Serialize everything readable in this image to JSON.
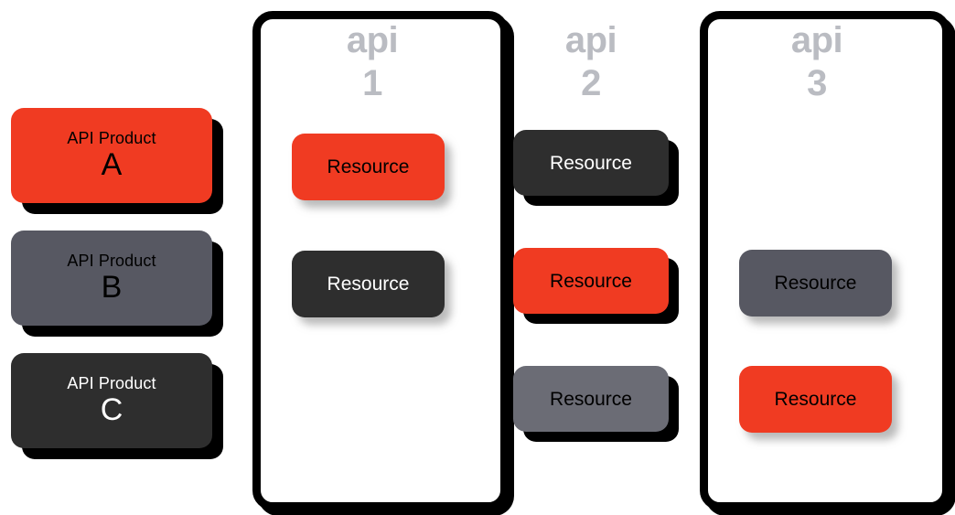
{
  "palette": {
    "red": "#f03b22",
    "mid_grey": "#575862",
    "light_grey": "#6b6c75",
    "dark_charcoal": "#2e2e2e",
    "black": "#000000",
    "white": "#ffffff",
    "heading_grey": "#babcc2",
    "text_dark": "#000000",
    "text_light": "#ffffff"
  },
  "products": {
    "caption": "API Product",
    "items": [
      {
        "caption": "API Product",
        "letter": "A",
        "fill": "#f03b22",
        "text": "#000000"
      },
      {
        "caption": "API Product",
        "letter": "B",
        "fill": "#575862",
        "text": "#000000"
      },
      {
        "caption": "API Product",
        "letter": "C",
        "fill": "#2e2e2e",
        "text": "#ffffff"
      }
    ]
  },
  "apis": [
    {
      "word": "api",
      "number": "1",
      "boxed": true,
      "resources": [
        {
          "label": "Resource",
          "fill": "#f03b22",
          "text": "#000000",
          "shadow": "soft"
        },
        {
          "label": "Resource",
          "fill": "#2e2e2e",
          "text": "#ffffff",
          "shadow": "soft"
        }
      ]
    },
    {
      "word": "api",
      "number": "2",
      "boxed": false,
      "resources": [
        {
          "label": "Resource",
          "fill": "#2e2e2e",
          "text": "#ffffff",
          "shadow": "hard"
        },
        {
          "label": "Resource",
          "fill": "#f03b22",
          "text": "#000000",
          "shadow": "hard"
        },
        {
          "label": "Resource",
          "fill": "#6b6c75",
          "text": "#000000",
          "shadow": "hard"
        }
      ]
    },
    {
      "word": "api",
      "number": "3",
      "boxed": true,
      "resources": [
        {
          "label": "Resource",
          "fill": "#575862",
          "text": "#000000",
          "shadow": "soft"
        },
        {
          "label": "Resource",
          "fill": "#f03b22",
          "text": "#000000",
          "shadow": "soft"
        }
      ]
    }
  ]
}
